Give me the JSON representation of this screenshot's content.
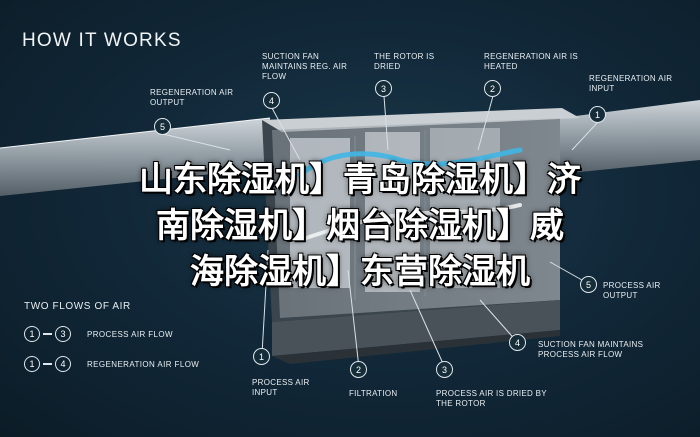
{
  "headline": "HOW IT WORKS",
  "labels": {
    "suction_fan_reg": "SUCTION FAN MAINTAINS REG. AIR FLOW",
    "rotor_dried": "THE ROTOR IS DRIED",
    "regen_heated": "REGENERATION AIR IS HEATED",
    "regen_input": "REGENERATION AIR INPUT",
    "regen_output": "REGENERATION AIR OUTPUT",
    "process_output": "PROCESS AIR OUTPUT",
    "suction_fan_process": "SUCTION FAN MAINTAINS PROCESS AIR FLOW",
    "process_input": "PROCESS AIR INPUT",
    "filtration": "FILTRATION",
    "process_dried": "PROCESS AIR IS DRIED BY THE ROTOR"
  },
  "markers": {
    "top_fan": "4",
    "top_rotor": "3",
    "top_heater": "2",
    "top_regen_input": "1",
    "top_regen_output": "5",
    "bottom_process_output": "5",
    "bottom_suction_fan": "4",
    "bottom_process_input": "1",
    "bottom_filtration": "2",
    "bottom_dried": "3"
  },
  "legend": {
    "title": "TWO FLOWS OF AIR",
    "flows": [
      {
        "from": "1",
        "to": "3",
        "label": "PROCESS AIR FLOW"
      },
      {
        "from": "1",
        "to": "4",
        "label": "REGENERATION AIR FLOW"
      }
    ]
  },
  "watermark": {
    "line1": "山东除湿机】青岛除湿机】济",
    "line2": "南除湿机】烟台除湿机】威",
    "line3": "海除湿机】东营除湿机"
  },
  "colors": {
    "background": "#12293a",
    "process_air": "#3fb6e6",
    "regen_air": "#ffffff"
  }
}
